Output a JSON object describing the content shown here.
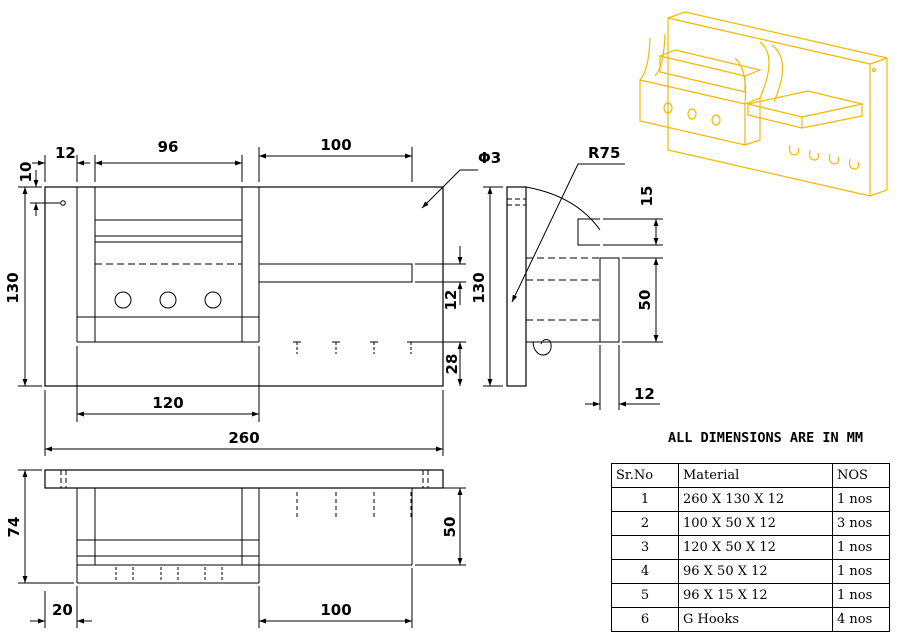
{
  "note": "ALL DIMENSIONS ARE IN MM",
  "front_view": {
    "dim_12": "12",
    "dim_96": "96",
    "dim_100": "100",
    "dim_phi3": "Φ3",
    "dim_10": "10",
    "dim_130": "130",
    "dim_12_shelf": "12",
    "dim_28": "28",
    "dim_120": "120",
    "dim_260": "260"
  },
  "side_view": {
    "dim_R75": "R75",
    "dim_130": "130",
    "dim_15": "15",
    "dim_50": "50",
    "dim_12": "12"
  },
  "top_view": {
    "dim_74": "74",
    "dim_50": "50",
    "dim_20": "20",
    "dim_100": "100"
  },
  "bom": {
    "headers": [
      "Sr.No",
      "Material",
      "NOS"
    ],
    "rows": [
      [
        "1",
        "260 X 130 X 12",
        "1 nos"
      ],
      [
        "2",
        "100 X 50 X 12",
        "3 nos"
      ],
      [
        "3",
        "120 X 50 X 12",
        "1 nos"
      ],
      [
        "4",
        "96 X 50 X 12",
        "1 nos"
      ],
      [
        "5",
        "96 X 15 X 12",
        "1 nos"
      ],
      [
        "6",
        "G Hooks",
        "4 nos"
      ]
    ]
  },
  "colors": {
    "line": "#000000",
    "isometric": "#f5b800",
    "background": "#ffffff"
  }
}
